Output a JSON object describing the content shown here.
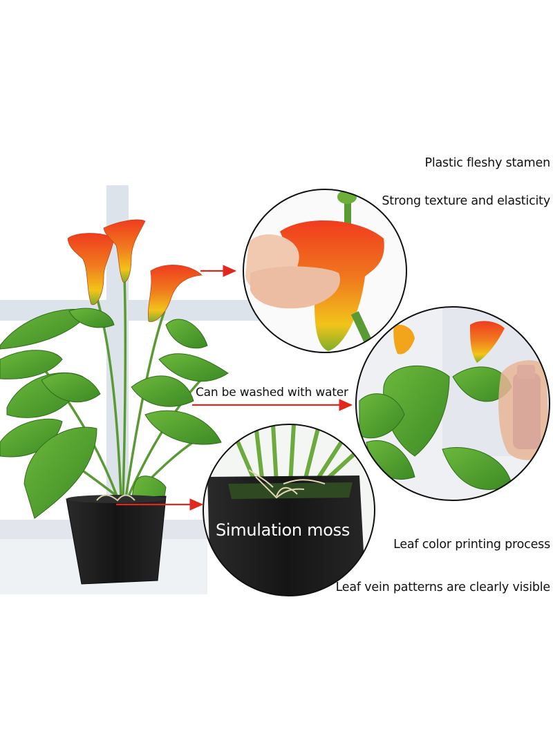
{
  "features": {
    "stamen": "Plastic fleshy stamen",
    "texture": "Strong texture and elasticity",
    "wash": "Can be washed with water",
    "moss": "Simulation moss",
    "leaf_color": "Leaf color printing process",
    "leaf_vein": "Leaf vein patterns are clearly visible"
  },
  "colors": {
    "arrow": "#e0281e",
    "flower_orange": "#f05a1e",
    "flower_yellow": "#f2c21a",
    "leaf_green": "#4f9a2e",
    "pot": "#1b1b1b"
  }
}
